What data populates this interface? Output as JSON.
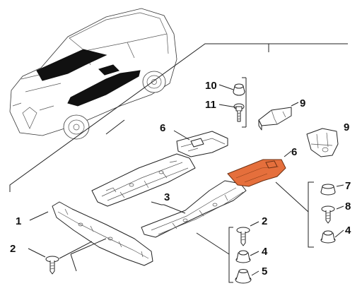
{
  "diagram": {
    "highlight_color": "#e56f3c",
    "callouts": [
      {
        "id": "c10",
        "text": "10"
      },
      {
        "id": "c11",
        "text": "11"
      },
      {
        "id": "c9a",
        "text": "9"
      },
      {
        "id": "c9b",
        "text": "9"
      },
      {
        "id": "c6a",
        "text": "6"
      },
      {
        "id": "c6b",
        "text": "6"
      },
      {
        "id": "c3",
        "text": "3"
      },
      {
        "id": "c7",
        "text": "7"
      },
      {
        "id": "c8",
        "text": "8"
      },
      {
        "id": "c4a",
        "text": "4"
      },
      {
        "id": "c2a",
        "text": "2"
      },
      {
        "id": "c4b",
        "text": "4"
      },
      {
        "id": "c5",
        "text": "5"
      },
      {
        "id": "c1",
        "text": "1"
      },
      {
        "id": "c2b",
        "text": "2"
      }
    ]
  }
}
